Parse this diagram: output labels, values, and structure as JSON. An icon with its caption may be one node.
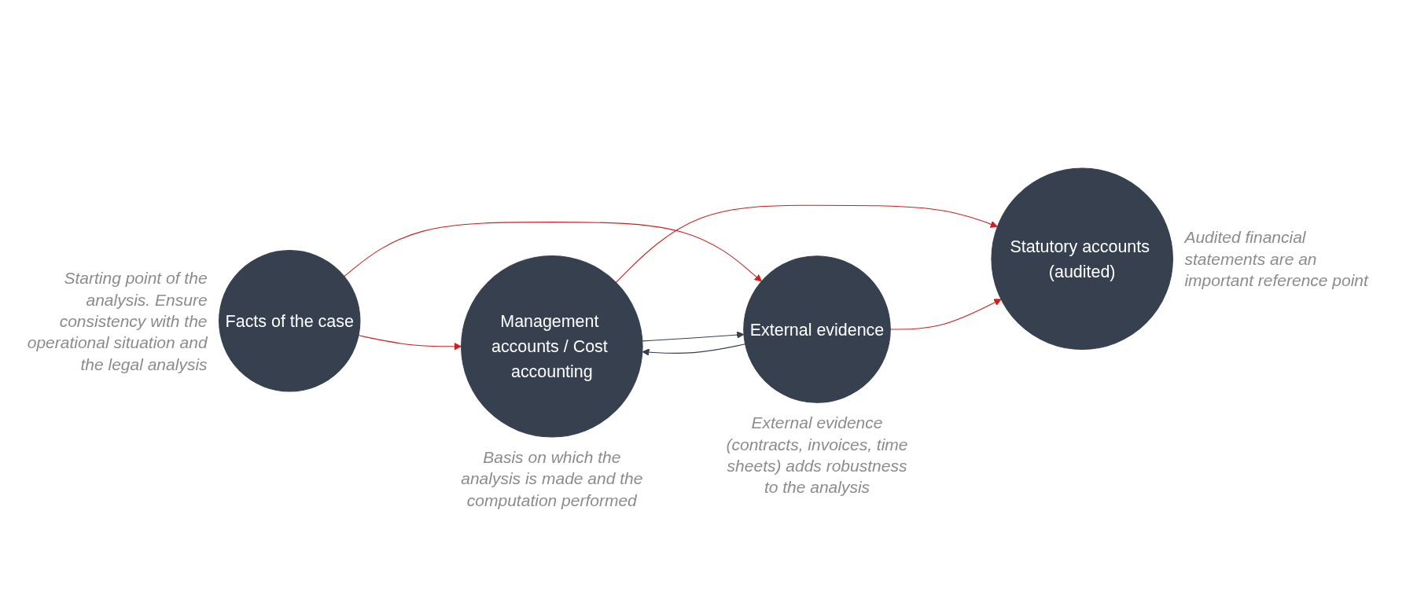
{
  "diagram": {
    "nodes": [
      {
        "text": [
          "Facts of the case"
        ],
        "beside": [
          "Starting point of the analysis. Ensure consistency with the operational situation and the legal analysis"
        ]
      },
      {
        "text": [
          "Management accounts / Cost accounting"
        ],
        "beside": [
          "Basis on which the analysis is made and the computation performed"
        ]
      },
      {
        "text": [
          "External evidence"
        ],
        "beside": [
          "External evidence (contracts, invoices, time sheets) adds robustness to the analysis"
        ]
      },
      {
        "text": [
          "Statutory accounts (audited)"
        ],
        "beside": [
          "Audited financial statements are an important reference point"
        ]
      }
    ],
    "edges": [
      {
        "from": 0,
        "to": 1,
        "arrow": "to",
        "color": "#cc1f1f"
      },
      {
        "from": 0,
        "to": 2,
        "arrow": "to",
        "color": "#cc1f1f"
      },
      {
        "from": 2,
        "to": 1,
        "arrow": "to",
        "color": "#36404f"
      },
      {
        "from": 1,
        "to": 2,
        "arrow": "to",
        "color": "#36404f"
      },
      {
        "from": 1,
        "to": 3,
        "arrow": "to",
        "color": "#cc1f1f"
      },
      {
        "from": 2,
        "to": 3,
        "arrow": "to",
        "color": "#cc1f1f"
      }
    ]
  }
}
